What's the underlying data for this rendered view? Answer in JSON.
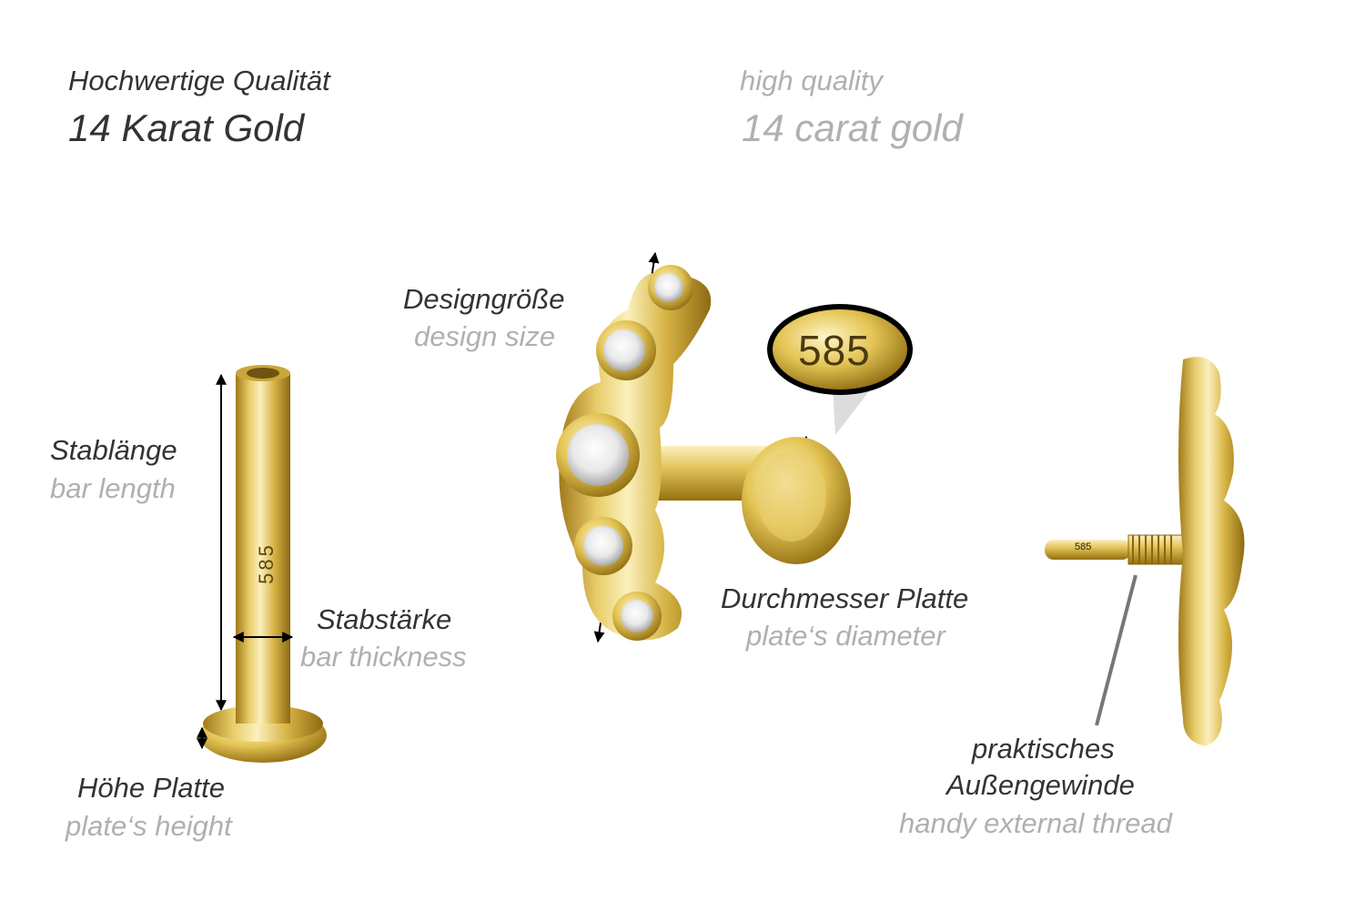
{
  "header": {
    "de_line1": "Hochwertige Qualität",
    "de_line2": "14 Karat Gold",
    "en_line1": "high quality",
    "en_line2": "14 carat gold"
  },
  "labels": {
    "design_size_de": "Designgröße",
    "design_size_en": "design size",
    "bar_length_de": "Stablänge",
    "bar_length_en": "bar length",
    "bar_thickness_de": "Stabstärke",
    "bar_thickness_en": "bar thickness",
    "plate_height_de": "Höhe Platte",
    "plate_height_en": "plate‘s height",
    "plate_diameter_de": "Durchmesser Platte",
    "plate_diameter_en": "plate‘s diameter",
    "thread_de_line1": "praktisches",
    "thread_de_line2": "Außengewinde",
    "thread_en": "handy external thread"
  },
  "stamps": {
    "hallmark_bubble": "585",
    "bar_engraving": "585",
    "thread_engraving": "585"
  },
  "colors": {
    "gold": "#d9b43a",
    "gold_light": "#f7e7a2",
    "gold_dark": "#9a7414",
    "text_dark": "#333333",
    "text_gray": "#b0b0b0"
  }
}
